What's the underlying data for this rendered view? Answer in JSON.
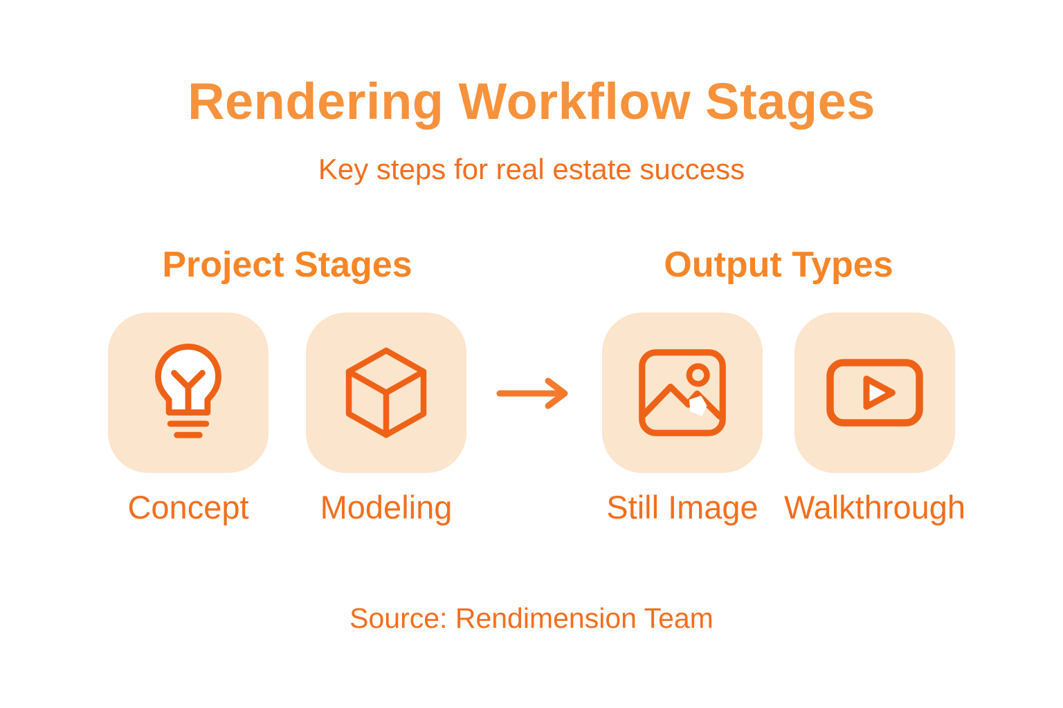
{
  "title": "Rendering Workflow Stages",
  "subtitle": "Key steps for real estate success",
  "sections": {
    "left": {
      "header": "Project Stages",
      "items": [
        {
          "label": "Concept",
          "icon": "lightbulb-icon"
        },
        {
          "label": "Modeling",
          "icon": "cube-icon"
        }
      ]
    },
    "right": {
      "header": "Output Types",
      "items": [
        {
          "label": "Still Image",
          "icon": "image-icon"
        },
        {
          "label": "Walkthrough",
          "icon": "video-play-icon"
        }
      ]
    }
  },
  "flow": {
    "arrow": "right-arrow-icon"
  },
  "source": "Source: Rendimension Team",
  "colors": {
    "background": "#ffffff",
    "title_color": "#f7923c",
    "section_header_color": "#f68527",
    "body_text_color": "#f26e1e",
    "icon_stroke_color": "#ee6217",
    "arrow_color": "#f4792c",
    "card_bg_color": "#fce5cd"
  }
}
